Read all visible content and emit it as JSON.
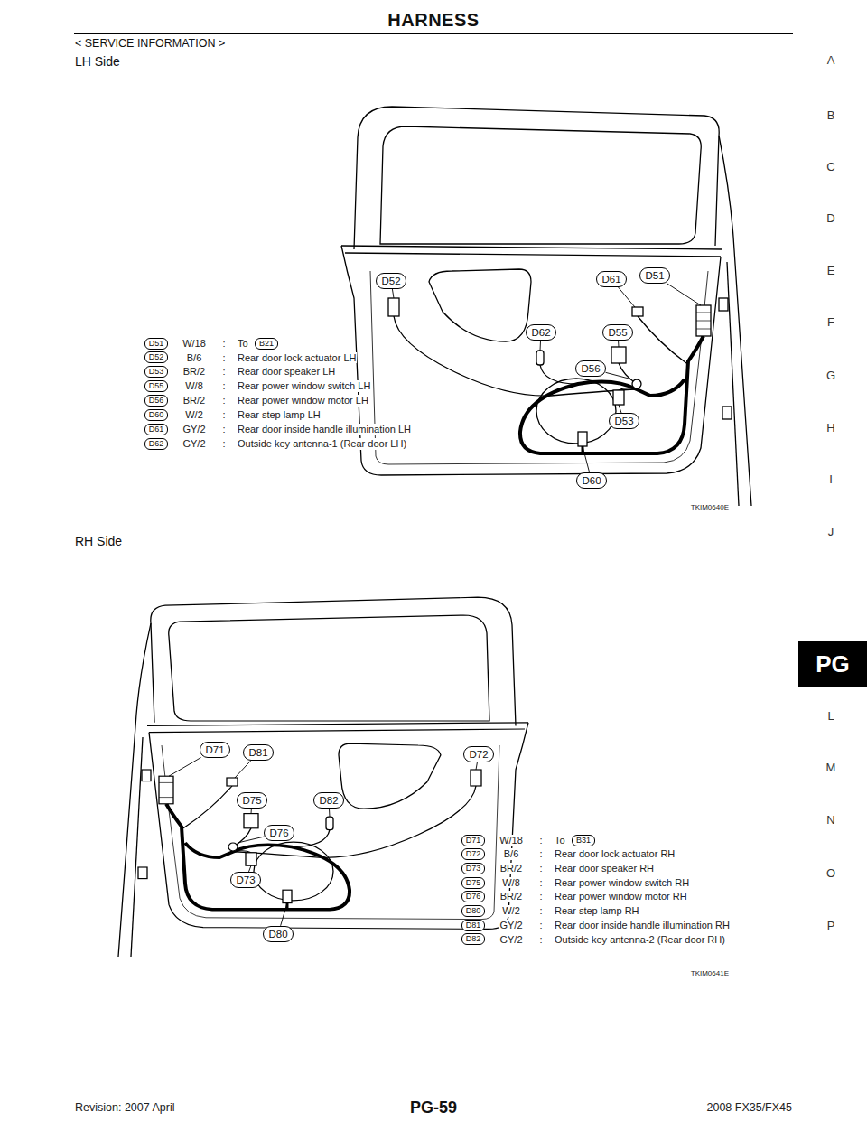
{
  "diagram": {
    "title": "HARNESS",
    "nodes": [
      {
        "text": [
          "D52"
        ]
      },
      {
        "text": [
          "D61"
        ]
      },
      {
        "text": [
          "D51"
        ]
      },
      {
        "text": [
          "D62"
        ]
      },
      {
        "text": [
          "D55"
        ]
      },
      {
        "text": [
          "D56"
        ]
      },
      {
        "text": [
          "D53"
        ]
      },
      {
        "text": [
          "D60"
        ]
      },
      {
        "text": [
          "D51"
        ]
      },
      {
        "text": [
          "B21"
        ]
      },
      {
        "text": [
          "D52"
        ]
      },
      {
        "text": [
          "D53"
        ]
      },
      {
        "text": [
          "D55"
        ]
      },
      {
        "text": [
          "D56"
        ]
      },
      {
        "text": [
          "D60"
        ]
      },
      {
        "text": [
          "D61"
        ]
      },
      {
        "text": [
          "D62"
        ]
      },
      {
        "text": [
          "D71"
        ]
      },
      {
        "text": [
          "D81"
        ]
      },
      {
        "text": [
          "D72"
        ]
      },
      {
        "text": [
          "D82"
        ]
      },
      {
        "text": [
          "D75"
        ]
      },
      {
        "text": [
          "D76"
        ]
      },
      {
        "text": [
          "D73"
        ]
      },
      {
        "text": [
          "D80"
        ]
      },
      {
        "text": [
          "D71"
        ]
      },
      {
        "text": [
          "B31"
        ]
      },
      {
        "text": [
          "D72"
        ]
      },
      {
        "text": [
          "D73"
        ]
      },
      {
        "text": [
          "D75"
        ]
      },
      {
        "text": [
          "D76"
        ]
      },
      {
        "text": [
          "D80"
        ]
      },
      {
        "text": [
          "D81"
        ]
      },
      {
        "text": [
          "D82"
        ]
      },
      {
        "text": [
          "PG"
        ]
      }
    ],
    "labels": [
      "< SERVICE INFORMATION >",
      "LH Side",
      "W/18",
      ":",
      "To",
      "B/6",
      ":",
      "Rear door lock actuator LH",
      "BR/2",
      ":",
      "Rear door speaker LH",
      "W/8",
      ":",
      "Rear power window switch LH",
      "BR/2",
      ":",
      "Rear power window motor LH",
      "W/2",
      ":",
      "Rear step lamp LH",
      "GY/2",
      ":",
      "Rear door inside handle illumination LH",
      "GY/2",
      ":",
      "Outside key antenna-1 (Rear door LH)",
      "TKIM0640E",
      "RH Side",
      "W/18",
      ":",
      "To",
      "B/6",
      ":",
      "Rear door lock actuator RH",
      "BR/2",
      ":",
      "Rear door speaker RH",
      "W/8",
      ":",
      "Rear power window switch RH",
      "BR/2",
      ":",
      "Rear power window motor RH",
      "W/2",
      ":",
      "Rear step lamp RH",
      "GY/2",
      ":",
      "Rear door inside handle illumination RH",
      "GY/2",
      ":",
      "Outside key antenna-2 (Rear door RH)",
      "TKIM0641E",
      "A",
      "B",
      "C",
      "D",
      "E",
      "F",
      "G",
      "H",
      "I",
      "J",
      "L",
      "M",
      "N",
      "O",
      "P",
      "PG-59",
      "Revision: 2007 April",
      "2008 FX35/FX45"
    ]
  }
}
